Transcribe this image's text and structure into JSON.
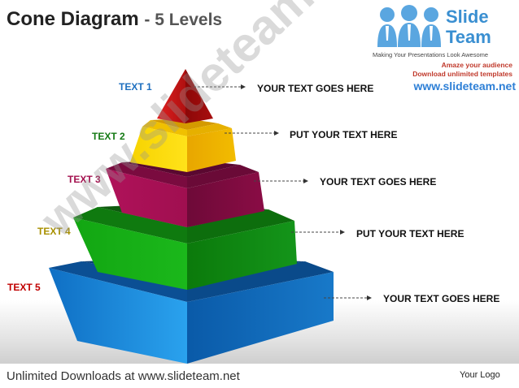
{
  "header": {
    "title": "Cone Diagram",
    "subtitle": "- 5 Levels"
  },
  "brand": {
    "name_line1": "Slide",
    "name_line2": "Team",
    "tagline": "Making Your Presentations Look Awesome",
    "line_amaze": "Amaze your audience",
    "line_download": "Download unlimited templates",
    "url": "www.slideteam.net",
    "icon": "people-group-icon"
  },
  "diagram": {
    "levels": [
      {
        "label": "TEXT 5",
        "callout": "YOUR TEXT GOES HERE",
        "color": "#c91818"
      },
      {
        "label": "TEXT 4",
        "callout": "PUT YOUR TEXT HERE",
        "color": "#f5c400"
      },
      {
        "label": "TEXT 3",
        "callout": "YOUR TEXT GOES HERE",
        "color": "#a3104e"
      },
      {
        "label": "TEXT 2",
        "callout": "PUT YOUR TEXT HERE",
        "color": "#17a317"
      },
      {
        "label": "TEXT 1",
        "callout": "YOUR TEXT GOES HERE",
        "color": "#1e8fe0"
      }
    ],
    "label_colors": [
      "#c00000",
      "#a89000",
      "#a3104e",
      "#157a15",
      "#1e6fbf"
    ]
  },
  "watermark": "www.slideteam.net",
  "footer": {
    "downloads": "Unlimited Downloads at www.slideteam.net",
    "logo_placeholder": "Your Logo"
  }
}
